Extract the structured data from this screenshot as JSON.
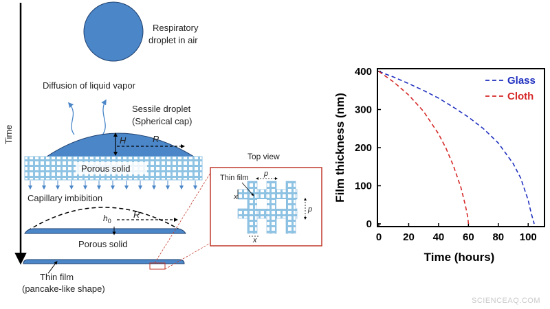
{
  "diagram": {
    "time_axis_label": "Time",
    "stage1": {
      "line1": "Respiratory",
      "line2": "droplet in air"
    },
    "diffusion_label": "Diffusion of liquid vapor",
    "sessile": {
      "line1": "Sessile droplet",
      "line2": "(Spherical cap)"
    },
    "symbol_H": "H",
    "symbol_R": "R",
    "symbol_h0": "h",
    "symbol_h0_sub": "0",
    "porous_solid_top": "Porous solid",
    "capillary_label": "Capillary imbibition",
    "porous_solid_mid": "Porous solid",
    "thin_film": {
      "line1": "Thin film",
      "line2": "(pancake-like shape)"
    },
    "inset": {
      "title": "Top view",
      "thin_film_label": "Thin film",
      "symbol_p": "p",
      "symbol_x": "x"
    },
    "colors": {
      "droplet": "#4a86c8",
      "mesh": "#8fc3e3",
      "inset_border": "#c0392b",
      "arrow": "#000000"
    }
  },
  "chart_data": {
    "type": "line",
    "xlabel": "Time (hours)",
    "ylabel": "Film thickness (nm)",
    "xlim": [
      0,
      110
    ],
    "ylim": [
      0,
      400
    ],
    "xticks": [
      0,
      20,
      40,
      60,
      80,
      100
    ],
    "yticks": [
      0,
      100,
      200,
      300,
      400
    ],
    "legend_position": "top-right",
    "series": [
      {
        "name": "Glass",
        "color": "#1f2fbf",
        "style": "dashed",
        "x": [
          0,
          10,
          20,
          30,
          40,
          50,
          60,
          70,
          80,
          90,
          95,
          100,
          102,
          103.5,
          104
        ],
        "y": [
          400,
          385,
          368,
          350,
          330,
          306,
          280,
          250,
          212,
          158,
          120,
          62,
          28,
          8,
          0
        ]
      },
      {
        "name": "Cloth",
        "color": "#d62828",
        "style": "dashed",
        "x": [
          0,
          10,
          20,
          30,
          40,
          45,
          50,
          55,
          58,
          59.5,
          60
        ],
        "y": [
          400,
          372,
          338,
          295,
          236,
          198,
          152,
          95,
          48,
          18,
          0
        ]
      }
    ]
  },
  "watermark": "SCIENCEAQ.COM"
}
